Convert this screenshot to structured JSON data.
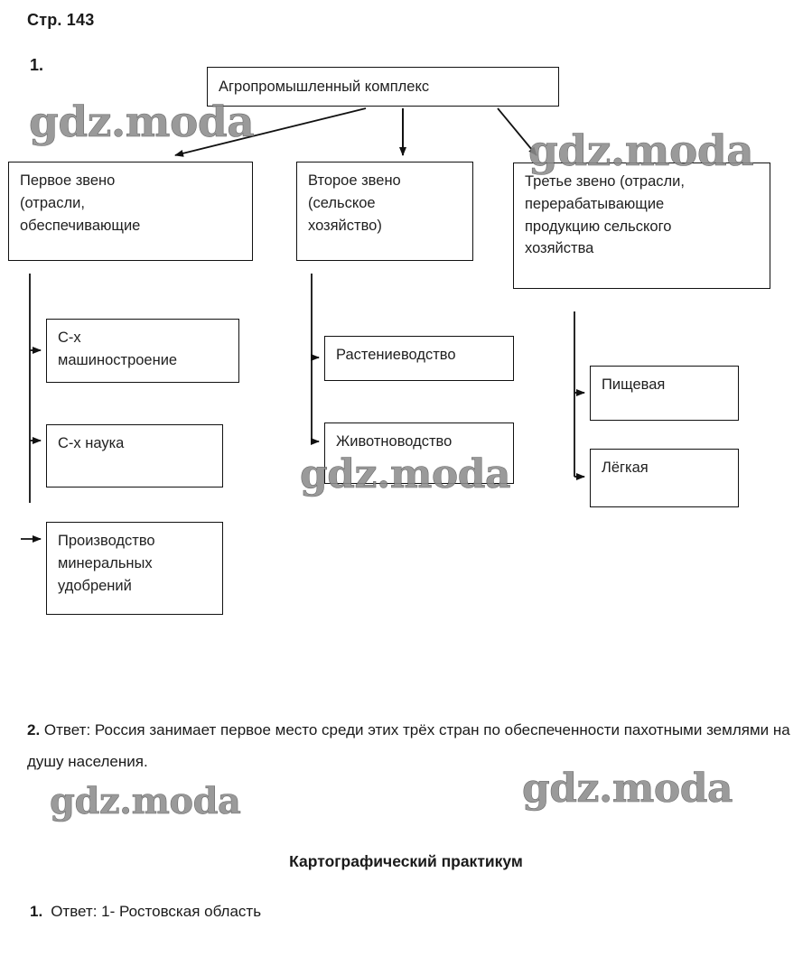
{
  "page": {
    "label": "Стр. 143"
  },
  "task1": {
    "number": "1.",
    "diagram": {
      "type": "flowchart",
      "root": {
        "label": "Агропромышленный комплекс"
      },
      "links": [
        {
          "id": "link1",
          "label": "Первое звено\n(отрасли,\nобеспечивающие"
        },
        {
          "id": "link2",
          "label": "Второе звено\n(сельское\nхозяйство)"
        },
        {
          "id": "link3",
          "label": "Третье звено (отрасли,\nперерабатывающие\nпродукцию сельского\nхозяйства"
        }
      ],
      "children": {
        "link1": [
          {
            "label": "С-х\nмашиностроение"
          },
          {
            "label": "С-х наука"
          },
          {
            "label": "Производство\nминеральных\nудобрений"
          }
        ],
        "link2": [
          {
            "label": "Растениеводство"
          },
          {
            "label": "Животноводство"
          }
        ],
        "link3": [
          {
            "label": "Пищевая"
          },
          {
            "label": "Лёгкая"
          }
        ]
      }
    }
  },
  "task2": {
    "number": "2.",
    "text": "Ответ: Россия занимает первое место среди этих трёх стран по обеспеченности пахотными землями на душу населения."
  },
  "practicum": {
    "heading": "Картографический практикум",
    "item_number": "1.",
    "item_text": "Ответ: 1- Ростовская область"
  },
  "watermark": {
    "text": "gdz.moda"
  },
  "colors": {
    "text": "#1f1f1f",
    "box_border": "#111111",
    "watermark": "#8d8d8d",
    "background": "#ffffff"
  }
}
